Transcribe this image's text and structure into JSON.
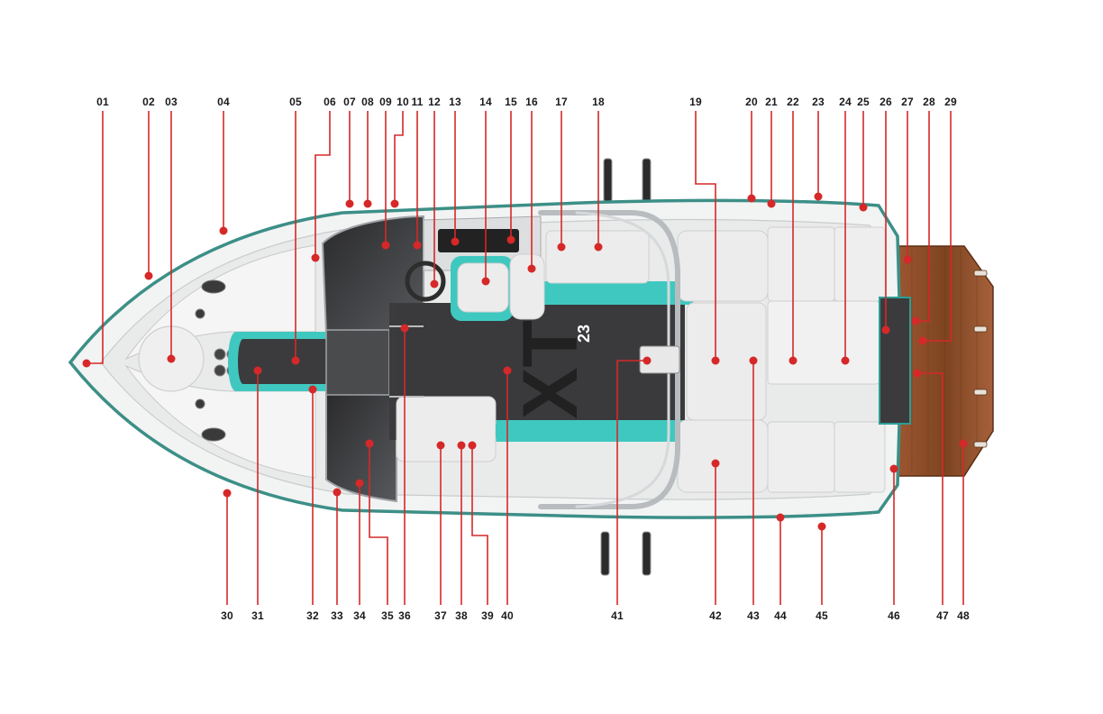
{
  "diagram": {
    "model_badge": {
      "line1": "XT",
      "line2": "23"
    },
    "colors": {
      "callout": "#d62828",
      "hull": "#f2f3f3",
      "hull_edge": "#3c8f87",
      "floor": "#3b3b3d",
      "accent_teal": "#3fc8c0",
      "deck": "#8a4a26",
      "seat": "#ececec",
      "frame": "#b9bcbf"
    },
    "callouts": [
      "01",
      "02",
      "03",
      "04",
      "05",
      "06",
      "07",
      "08",
      "09",
      "10",
      "11",
      "12",
      "13",
      "14",
      "15",
      "16",
      "17",
      "18",
      "19",
      "20",
      "21",
      "22",
      "23",
      "24",
      "25",
      "26",
      "27",
      "28",
      "29",
      "30",
      "31",
      "32",
      "33",
      "34",
      "35",
      "36",
      "37",
      "38",
      "39",
      "40",
      "41",
      "42",
      "43",
      "44",
      "45",
      "46",
      "47",
      "48"
    ]
  }
}
